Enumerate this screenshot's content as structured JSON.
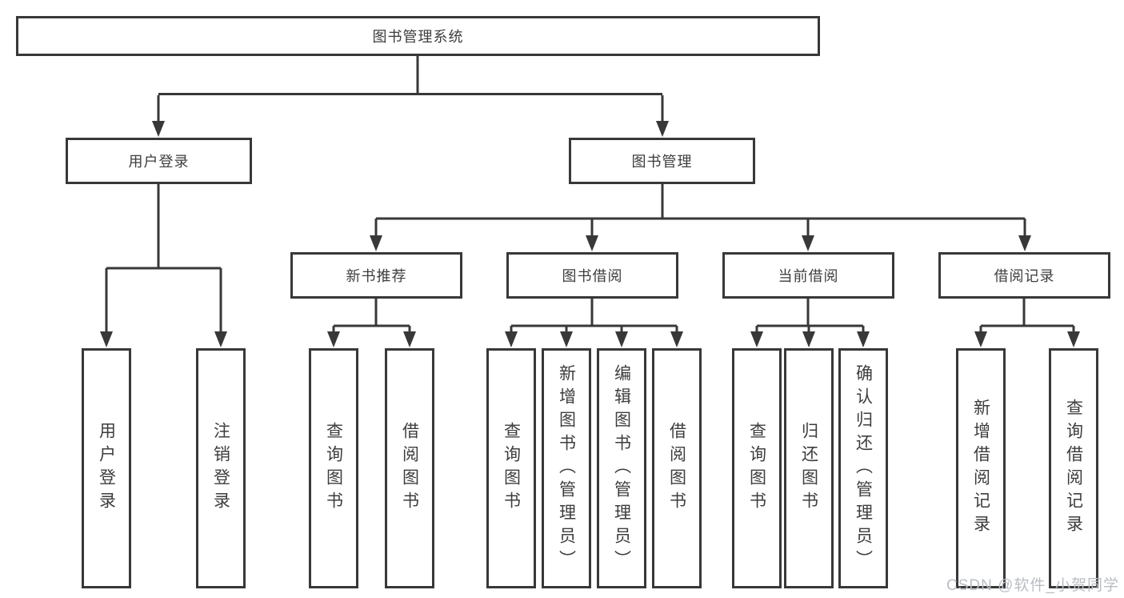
{
  "diagram": {
    "root": {
      "label": "图书管理系统"
    },
    "level2": [
      {
        "label": "用户登录"
      },
      {
        "label": "图书管理"
      }
    ],
    "level3": [
      {
        "label": "新书推荐"
      },
      {
        "label": "图书借阅"
      },
      {
        "label": "当前借阅"
      },
      {
        "label": "借阅记录"
      }
    ],
    "leaves": {
      "user_login": [
        "用户登录",
        "注销登录"
      ],
      "new_book": [
        "查询图书",
        "借阅图书"
      ],
      "book_borrow": [
        "查询图书",
        "新增图书（管理员）",
        "编辑图书（管理员）",
        "借阅图书"
      ],
      "current_borrow": [
        "查询图书",
        "归还图书",
        "确认归还（管理员）"
      ],
      "borrow_record": [
        "新增借阅记录",
        "查询借阅记录"
      ]
    }
  },
  "watermark": {
    "text": "CSDN @软件_小贺同学"
  },
  "colors": {
    "line": "#383838",
    "text": "#3d3d3d",
    "watermark": "#b9bec4",
    "background": "#ffffff"
  }
}
